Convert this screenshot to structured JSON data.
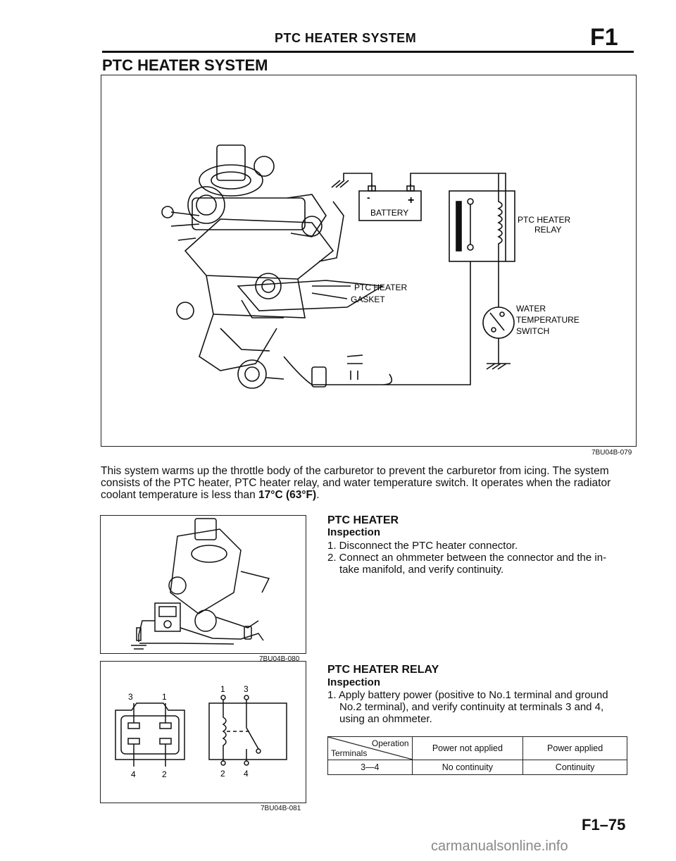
{
  "header": {
    "title": "PTC HEATER SYSTEM",
    "section_code": "F1"
  },
  "section_title": "PTC HEATER SYSTEM",
  "main_figure": {
    "labels": {
      "battery": "BATTERY",
      "minus": "-",
      "plus": "+",
      "relay_line1": "PTC HEATER",
      "relay_line2": "RELAY",
      "heater": "PTC HEATER",
      "gasket": "GASKET",
      "switch_line1": "WATER",
      "switch_line2": "TEMPERATURE",
      "switch_line3": "SWITCH"
    },
    "code": "7BU04B-079"
  },
  "intro": {
    "text_before": "This system warms up the throttle body of the carburetor to prevent the carburetor from icing. The system consists of the PTC heater, PTC heater relay, and water temperature switch. It operates when the radiator coolant temperature is less than ",
    "temp_value": "17°C (63°F)",
    "text_after": "."
  },
  "heater_section": {
    "title": "PTC HEATER",
    "subtitle": "Inspection",
    "steps": [
      "1. Disconnect the PTC heater connector.",
      "2. Connect an ohmmeter between the connector and the in-",
      "take manifold, and verify continuity."
    ],
    "figure_code": "7BU04B-080"
  },
  "relay_section": {
    "title": "PTC HEATER RELAY",
    "subtitle": "Inspection",
    "steps": [
      "1. Apply battery power (positive to No.1 terminal and ground",
      "No.2 terminal), and verify continuity at terminals 3 and 4,",
      "using an ohmmeter."
    ],
    "figure_code": "7BU04B-081",
    "connector_terminals": {
      "top_left": "3",
      "top_right": "1",
      "bottom_left": "4",
      "bottom_right": "2"
    },
    "schematic_terminals": {
      "top_left": "1",
      "top_right": "3",
      "bottom_left": "2",
      "bottom_right": "4"
    },
    "table": {
      "corner_top": "Operation",
      "corner_bottom": "Terminals",
      "col1": "Power not applied",
      "col2": "Power applied",
      "row_label": "3—4",
      "row_col1": "No continuity",
      "row_col2": "Continuity"
    }
  },
  "footer": {
    "page": "F1–75"
  },
  "watermark": "carmanualsonline.info"
}
